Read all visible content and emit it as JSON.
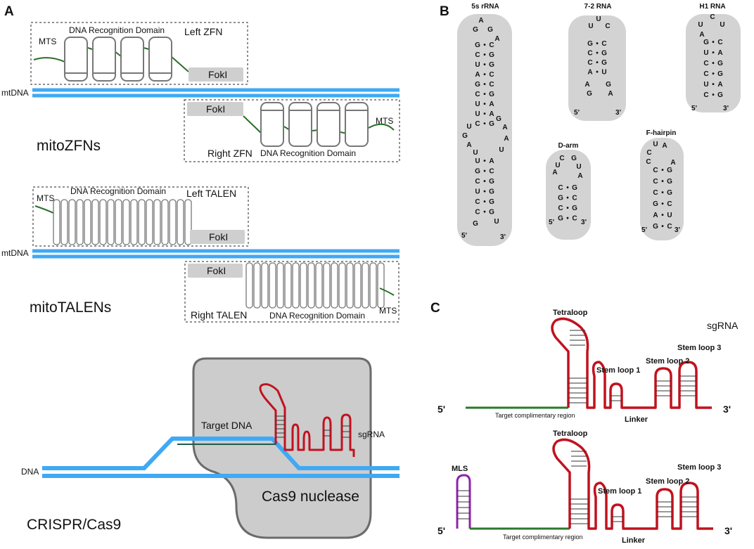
{
  "panel_labels": {
    "a": "A",
    "b": "B",
    "c": "C"
  },
  "zfn": {
    "mts_left": "MTS",
    "domain_left": "DNA Recognition Domain",
    "left_name": "Left ZFN",
    "foki_left": "FokI",
    "mtdna": "mtDNA",
    "foki_right": "FokI",
    "mts_right": "MTS",
    "right_name": "Right ZFN",
    "domain_right": "DNA Recognition Domain",
    "title": "mitoZFNs"
  },
  "talen": {
    "mts_left": "MTS",
    "domain_left": "DNA Recognition Domain",
    "left_name": "Left TALEN",
    "foki_left": "FokI",
    "mtdna": "mtDNA",
    "foki_right": "FokI",
    "right_name": "Right TALEN",
    "domain_right": "DNA Recognition Domain",
    "mts_right": "MTS",
    "title": "mitoTALENs"
  },
  "crispr": {
    "target_dna": "Target DNA",
    "sgrna": "sgRNA",
    "dna": "DNA",
    "cas9": "Cas9 nuclease",
    "title": "CRISPR/Cas9"
  },
  "rna_panel": {
    "five_s": "5s rRNA",
    "seven_two": "7-2 RNA",
    "h1": "H1 RNA",
    "d_arm": "D-arm",
    "f_hairpin": "F-hairpin",
    "five_prime": "5'",
    "three_prime": "3'",
    "dot": "•",
    "five_s_loop": [
      "A",
      "G",
      "G",
      "A"
    ],
    "five_s_pairs": [
      [
        "G",
        "C"
      ],
      [
        "C",
        "G"
      ],
      [
        "U",
        "G"
      ],
      [
        "A",
        "C"
      ],
      [
        "G",
        "C"
      ],
      [
        "C",
        "G"
      ],
      [
        "U",
        "A"
      ],
      [
        "U",
        "A"
      ],
      [
        "C",
        "G"
      ]
    ],
    "five_s_bulge_left": [
      "U",
      "G",
      "A",
      "U"
    ],
    "five_s_bulge_right": [
      "G",
      "A",
      "A",
      "U"
    ],
    "five_s_pairs2": [
      [
        "U",
        "A"
      ],
      [
        "G",
        "C"
      ],
      [
        "C",
        "G"
      ],
      [
        "U",
        "G"
      ],
      [
        "C",
        "G"
      ],
      [
        "C",
        "G"
      ]
    ],
    "five_s_bottom": [
      "G",
      "U"
    ],
    "seven_two_loop": [
      "U",
      "U",
      "C"
    ],
    "seven_two_pairs": [
      [
        "G",
        "C"
      ],
      [
        "C",
        "G"
      ],
      [
        "C",
        "G"
      ],
      [
        "A",
        "U"
      ]
    ],
    "seven_two_tail_left": [
      "A",
      "G"
    ],
    "seven_two_tail_right": [
      "G",
      "A"
    ],
    "h1_loop": [
      "C",
      "U",
      "A",
      "U"
    ],
    "h1_pairs": [
      [
        "G",
        "C"
      ],
      [
        "U",
        "A"
      ],
      [
        "C",
        "G"
      ],
      [
        "C",
        "G"
      ],
      [
        "U",
        "A"
      ],
      [
        "C",
        "G"
      ]
    ],
    "d_arm_loop": [
      "C",
      "G",
      "U",
      "A",
      "A",
      "U"
    ],
    "d_arm_pairs": [
      [
        "C",
        "G"
      ],
      [
        "G",
        "C"
      ],
      [
        "C",
        "G"
      ],
      [
        "G",
        "C"
      ]
    ],
    "f_loop": [
      "U",
      "A",
      "C",
      "C",
      "A"
    ],
    "f_pairs": [
      [
        "C",
        "G"
      ],
      [
        "C",
        "G"
      ],
      [
        "C",
        "G"
      ],
      [
        "G",
        "C"
      ],
      [
        "A",
        "U"
      ],
      [
        "G",
        "C"
      ]
    ]
  },
  "sgrna_panel": {
    "title": "sgRNA",
    "tetraloop": "Tetraloop",
    "stem_loop_1": "Stem loop 1",
    "stem_loop_2": "Stem loop 2",
    "stem_loop_3": "Stem loop 3",
    "linker": "Linker",
    "target_region": "Target complimentary region",
    "five_prime": "5'",
    "three_prime": "3'",
    "mls": "MLS"
  },
  "colors": {
    "dna_blue": "#3fa9f5",
    "rna_red": "#c1121f",
    "green": "#2a7a2a",
    "mls_purple": "#8e24aa",
    "panel_gray": "#d3d3d3",
    "cas9_gray": "#cccccc"
  }
}
